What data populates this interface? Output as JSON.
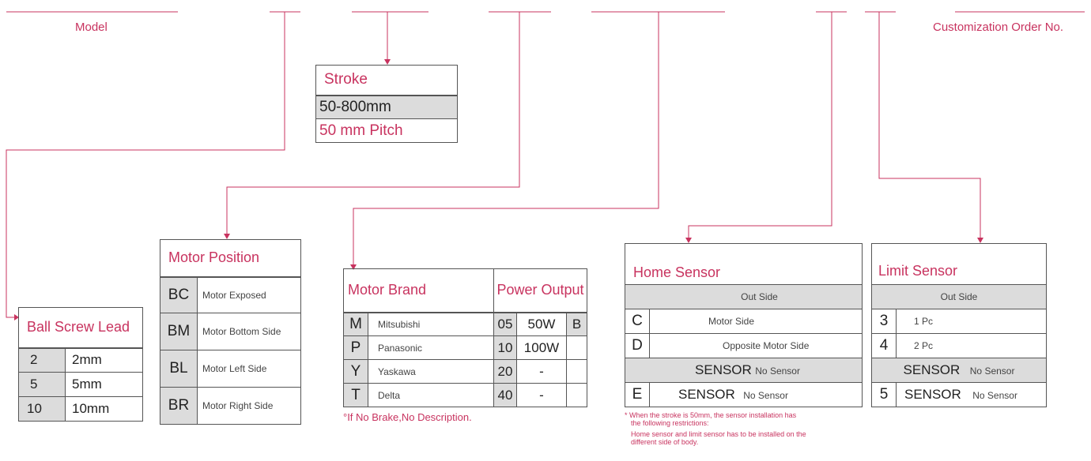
{
  "header": {
    "model_label": "Model",
    "order_label": "Customization Order No."
  },
  "stroke": {
    "title": "Stroke",
    "range": "50-800mm",
    "pitch": "50 mm Pitch"
  },
  "ball_screw": {
    "title": "Ball Screw Lead",
    "rows": [
      {
        "code": "2",
        "value": "2mm"
      },
      {
        "code": "5",
        "value": "5mm"
      },
      {
        "code": "10",
        "value": "10mm"
      }
    ]
  },
  "motor_position": {
    "title": "Motor Position",
    "rows": [
      {
        "code": "BC",
        "desc": "Motor Exposed"
      },
      {
        "code": "BM",
        "desc": "Motor Bottom Side"
      },
      {
        "code": "BL",
        "desc": "Motor Left Side"
      },
      {
        "code": "BR",
        "desc": "Motor Right Side"
      }
    ]
  },
  "motor_brand": {
    "title": "Motor Brand",
    "power_title": "Power Output",
    "rows": [
      {
        "code": "M",
        "brand": "Mitsubishi",
        "pcode": "05",
        "power": "50W",
        "brake": "B"
      },
      {
        "code": "P",
        "brand": "Panasonic",
        "pcode": "10",
        "power": "100W",
        "brake": ""
      },
      {
        "code": "Y",
        "brand": "Yaskawa",
        "pcode": "20",
        "power": "-",
        "brake": ""
      },
      {
        "code": "T",
        "brand": "Delta",
        "pcode": "40",
        "power": "-",
        "brake": ""
      }
    ],
    "note": "°If No Brake,No Description."
  },
  "home_sensor": {
    "title": "Home Sensor",
    "outside": "Out Side",
    "rows": [
      {
        "code": "C",
        "desc": "Motor Side"
      },
      {
        "code": "D",
        "desc": "Opposite Motor Side"
      }
    ],
    "sensor_word": "SENSOR",
    "no_sensor": "No Sensor",
    "row_e": {
      "code": "E",
      "sensor": "SENSOR",
      "no_sensor": "No Sensor"
    },
    "note_line1": "* When the stroke is 50mm, the sensor installation has",
    "note_line2": "the following restrictions:",
    "note_line3": "Home sensor and limit sensor has to be   installed on the",
    "note_line4": "different side of body."
  },
  "limit_sensor": {
    "title": "Limit Sensor",
    "outside": "Out Side",
    "rows": [
      {
        "code": "3",
        "desc": "1 Pc"
      },
      {
        "code": "4",
        "desc": "2 Pc"
      }
    ],
    "sensor_word": "SENSOR",
    "no_sensor": "No Sensor",
    "row_5": {
      "code": "5",
      "sensor": "SENSOR",
      "no_sensor": "No Sensor"
    }
  },
  "colors": {
    "accent": "#c8335f",
    "gray_row": "#dcdcdc",
    "border": "#555555"
  }
}
